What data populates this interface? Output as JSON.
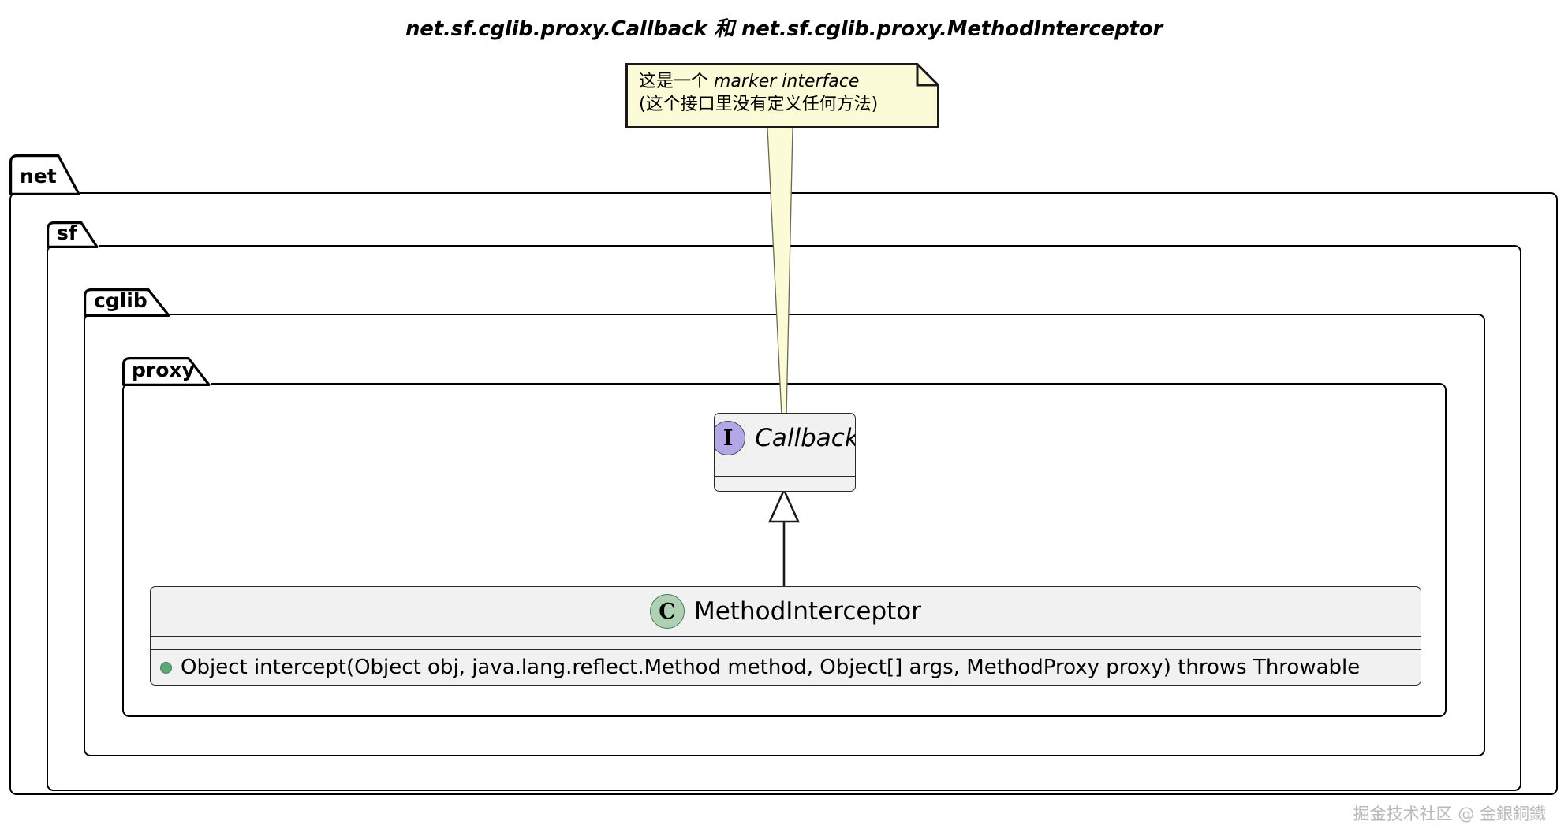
{
  "title": "net.sf.cglib.proxy.Callback 和 net.sf.cglib.proxy.MethodInterceptor",
  "note": {
    "line1_prefix": "这是一个 ",
    "line1_emphasis": "marker interface",
    "line2": "(这个接口里没有定义任何方法)",
    "background_color": "#fbfbd8",
    "border_color": "#1a1a1a"
  },
  "packages": [
    {
      "name": "net",
      "label": "net"
    },
    {
      "name": "sf",
      "label": "sf"
    },
    {
      "name": "cglib",
      "label": "cglib"
    },
    {
      "name": "proxy",
      "label": "proxy"
    }
  ],
  "classes": {
    "callback": {
      "name": "Callback",
      "stereotype_glyph": "I",
      "stereotype_kind": "interface",
      "stereotype_color": "#b4a7e5",
      "members": []
    },
    "method_interceptor": {
      "name": "MethodInterceptor",
      "stereotype_glyph": "C",
      "stereotype_kind": "class",
      "stereotype_color": "#add1b2",
      "members": [
        {
          "visibility": "public",
          "visibility_marker": "green-dot",
          "signature": "Object intercept(Object obj, java.lang.reflect.Method method, Object[] args, MethodProxy proxy) throws Throwable"
        }
      ]
    }
  },
  "relationships": [
    {
      "type": "generalization",
      "from": "MethodInterceptor",
      "to": "Callback",
      "arrow": "hollow-triangle"
    },
    {
      "type": "note-link",
      "from": "note",
      "to": "Callback"
    }
  ],
  "watermark": "掘金技术社区 @ 金銀銅鐵",
  "colors": {
    "class_fill": "#f1f1f1",
    "class_border": "#2a2a2a",
    "note_fill": "#fbfbd8",
    "package_border": "#000000",
    "page_background": "#ffffff"
  }
}
